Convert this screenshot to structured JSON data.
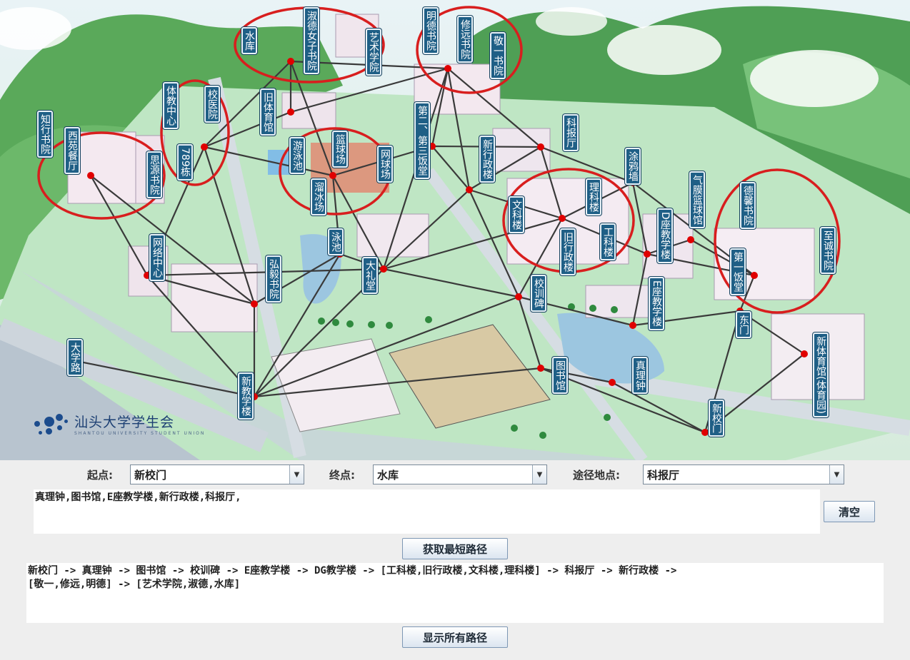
{
  "map": {
    "labels": {
      "shuiku": "水库",
      "shude": "淑德女子书院",
      "yishu": "艺术学院",
      "mingde": "明德书院",
      "xiuyuan": "修远书院",
      "jingyi": "敬一书院",
      "tijiao": "体教中心",
      "xiaoyiyuan": "校医院",
      "jiutiyu": "旧体育馆",
      "zhixing": "知行书院",
      "xiyuan": "西苑餐厅",
      "siyuan": "思源书院",
      "s789": "789栋",
      "youyong": "游泳池",
      "lanqiu": "篮球场",
      "wangqiu": "网球场",
      "liubing": "溜冰场",
      "dier": "第二、第三饭堂",
      "xinxingzheng": "新行政楼",
      "kebao": "科报厅",
      "tuyayuan": "涂鸦墙",
      "qimo": "气膜篮球馆",
      "dezhi": "德馨书院",
      "zhicheng": "至诚书院",
      "like": "理科楼",
      "wenke": "文科楼",
      "gongke": "工科楼",
      "jiuxingzheng": "旧行政楼",
      "dizuo": "D座教学楼",
      "diyi": "第一饭堂",
      "wangluo": "网络中心",
      "hongyi": "弘毅书院",
      "yongjian": "泳池",
      "dalitang": "大礼堂",
      "xiaoxun": "校训碑",
      "ezuo": "E座教学楼",
      "dongmen": "东门",
      "daxuelu": "大学路",
      "xinjiaoxue": "新教学楼",
      "tushuguan": "图书馆",
      "zhenlizhong": "真理钟",
      "xintiyu": "新体育馆(体育园)",
      "xinxiaomen": "新校门"
    },
    "logo_cn": "汕头大学学生会",
    "logo_en": "SHANTOU UNIVERSITY STUDENT UNION",
    "colors": {
      "node": "#e00000",
      "edge": "#3a3a3a",
      "circle": "#d81e1e",
      "label_bg": "#1f5f86"
    }
  },
  "controls": {
    "start_label": "起点:",
    "start_value": "新校门",
    "end_label": "终点:",
    "end_value": "水库",
    "via_label": "途径地点:",
    "via_value": "科报厅",
    "via_list": "真理钟,图书馆,E座教学楼,新行政楼,科报厅,",
    "clear_button": "清空",
    "shortest_button": "获取最短路径",
    "result": "新校门 -> 真理钟 -> 图书馆 -> 校训碑 -> E座教学楼 -> DG教学楼 -> [工科楼,旧行政楼,文科楼,理科楼] -> 科报厅 -> 新行政楼 ->\n[敬一,修远,明德] -> [艺术学院,淑德,水库]",
    "show_all_button": "显示所有路径"
  }
}
